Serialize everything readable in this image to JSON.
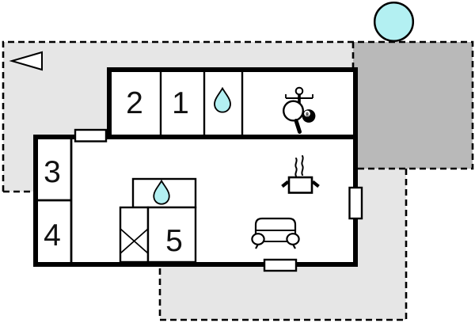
{
  "plan": {
    "type": "holiday-house-floor-plan",
    "rooms": {
      "bedroom_2": {
        "label": "2"
      },
      "bedroom_1": {
        "label": "1"
      },
      "bedroom_3": {
        "label": "3"
      },
      "bedroom_4": {
        "label": "4"
      },
      "room_5": {
        "label": "5"
      }
    },
    "icons": {
      "billiard_ball": {
        "name": "billiard-8-ball",
        "label": "8"
      },
      "table_tennis": {
        "name": "table-tennis-paddle"
      },
      "foosball_player": {
        "name": "foosball-player"
      },
      "water_drop_top": {
        "name": "water-drop"
      },
      "water_drop_mid": {
        "name": "water-drop"
      },
      "cooking_pot": {
        "name": "cooking-pot-steam"
      },
      "sofa": {
        "name": "sofa"
      },
      "round_pool": {
        "name": "round-pool"
      },
      "north_arrow": {
        "name": "direction-arrow"
      }
    },
    "colors": {
      "water": "#b3f0f2",
      "terrace_light": "#e6e6e6",
      "terrace_dark": "#b9b9b9",
      "wall": "#000000",
      "floor": "#ffffff"
    }
  }
}
